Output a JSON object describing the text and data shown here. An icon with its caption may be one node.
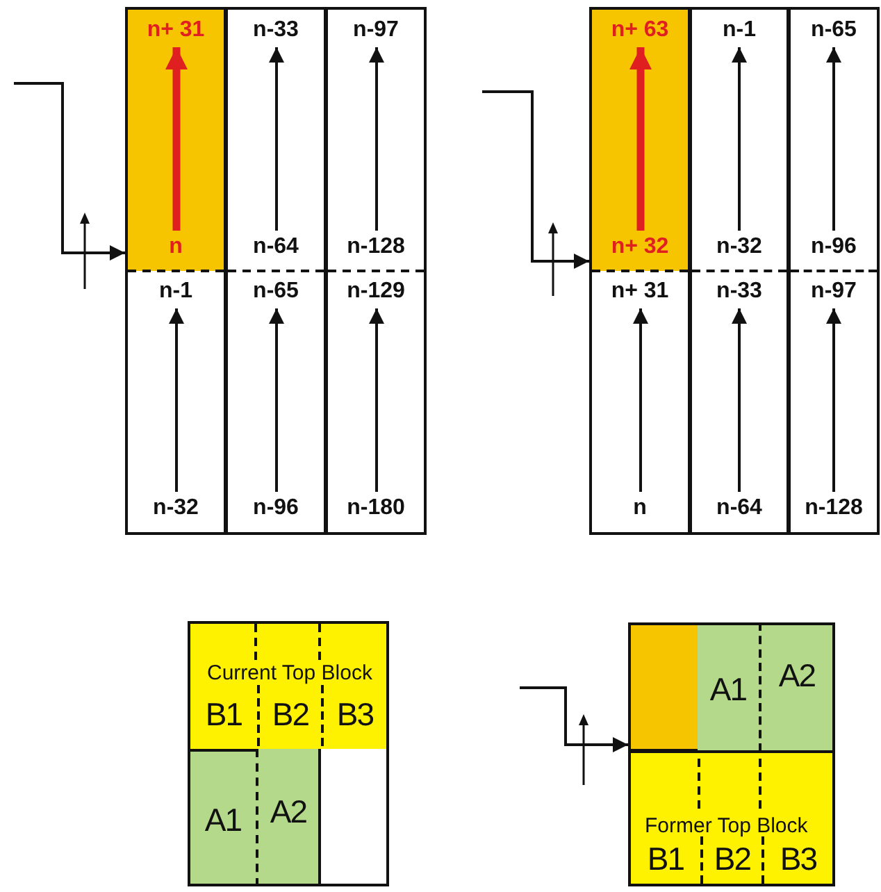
{
  "diagram": {
    "nodes": [
      {
        "text": [],
        "shape": "box"
      },
      {
        "text": [
          "n+ 31"
        ],
        "in": 0
      },
      {
        "text": [
          "n"
        ],
        "in": 0
      },
      {
        "text": [],
        "shape": "box"
      },
      {
        "text": [
          "n-33"
        ],
        "in": 3
      },
      {
        "text": [
          "n-64"
        ],
        "in": 3
      },
      {
        "text": [],
        "shape": "box"
      },
      {
        "text": [
          "n-97"
        ],
        "in": 6
      },
      {
        "text": [
          "n-128"
        ],
        "in": 6
      },
      {
        "text": [],
        "shape": "box"
      },
      {
        "text": [
          "n-1"
        ],
        "in": 9
      },
      {
        "text": [
          "n-32"
        ],
        "in": 9
      },
      {
        "text": [],
        "shape": "box"
      },
      {
        "text": [
          "n-65"
        ],
        "in": 12
      },
      {
        "text": [
          "n-96"
        ],
        "in": 12
      },
      {
        "text": [],
        "shape": "box"
      },
      {
        "text": [
          "n-129"
        ],
        "in": 15
      },
      {
        "text": [
          "n-180"
        ],
        "in": 15
      },
      {
        "text": [],
        "shape": "box"
      },
      {
        "text": [
          "n+ 63"
        ],
        "in": 18
      },
      {
        "text": [
          "n+ 32"
        ],
        "in": 18
      },
      {
        "text": [],
        "shape": "box"
      },
      {
        "text": [
          "n-1"
        ],
        "in": 21
      },
      {
        "text": [
          "n-32"
        ],
        "in": 21
      },
      {
        "text": [],
        "shape": "box"
      },
      {
        "text": [
          "n-65"
        ],
        "in": 24
      },
      {
        "text": [
          "n-96"
        ],
        "in": 24
      },
      {
        "text": [],
        "shape": "box"
      },
      {
        "text": [
          "n+ 31"
        ],
        "in": 27
      },
      {
        "text": [
          "n"
        ],
        "in": 27
      },
      {
        "text": [],
        "shape": "box"
      },
      {
        "text": [
          "n-33"
        ],
        "in": 30
      },
      {
        "text": [
          "n-64"
        ],
        "in": 30
      },
      {
        "text": [],
        "shape": "box"
      },
      {
        "text": [
          "n-97"
        ],
        "in": 33
      },
      {
        "text": [
          "n-128"
        ],
        "in": 33
      },
      {
        "text": [
          "Current Top Block"
        ]
      },
      {
        "text": [
          "B1"
        ],
        "in": 36
      },
      {
        "text": [
          "B2"
        ],
        "in": 36
      },
      {
        "text": [
          "B3"
        ],
        "in": 36
      },
      {
        "text": [
          "A1"
        ]
      },
      {
        "text": [
          "A2"
        ]
      },
      {
        "text": [],
        "shape": "box"
      },
      {
        "text": [],
        "shape": "box"
      },
      {
        "text": [
          "A1"
        ]
      },
      {
        "text": [
          "A2"
        ]
      },
      {
        "text": [
          "Former Top Block"
        ]
      },
      {
        "text": [
          "B1"
        ],
        "in": 46
      },
      {
        "text": [
          "B2"
        ],
        "in": 46
      },
      {
        "text": [
          "B3"
        ],
        "in": 46
      }
    ],
    "edges": [
      {
        "from": null,
        "to": 0,
        "arrow": "to"
      },
      {
        "from": 2,
        "to": 1,
        "arrow": "to",
        "style": "thick",
        "color": "#e02020"
      },
      {
        "from": 5,
        "to": 4,
        "arrow": "to"
      },
      {
        "from": 8,
        "to": 7,
        "arrow": "to"
      },
      {
        "from": 11,
        "to": 10,
        "arrow": "to"
      },
      {
        "from": 14,
        "to": 13,
        "arrow": "to"
      },
      {
        "from": 17,
        "to": 16,
        "arrow": "to"
      },
      {
        "from": null,
        "to": 18,
        "arrow": "to"
      },
      {
        "from": 20,
        "to": 19,
        "arrow": "to",
        "style": "thick",
        "color": "#e02020"
      },
      {
        "from": 23,
        "to": 22,
        "arrow": "to"
      },
      {
        "from": 26,
        "to": 25,
        "arrow": "to"
      },
      {
        "from": 29,
        "to": 28,
        "arrow": "to"
      },
      {
        "from": 32,
        "to": 31,
        "arrow": "to"
      },
      {
        "from": 35,
        "to": 34,
        "arrow": "to"
      },
      {
        "from": null,
        "to": 43,
        "arrow": "to"
      }
    ]
  }
}
